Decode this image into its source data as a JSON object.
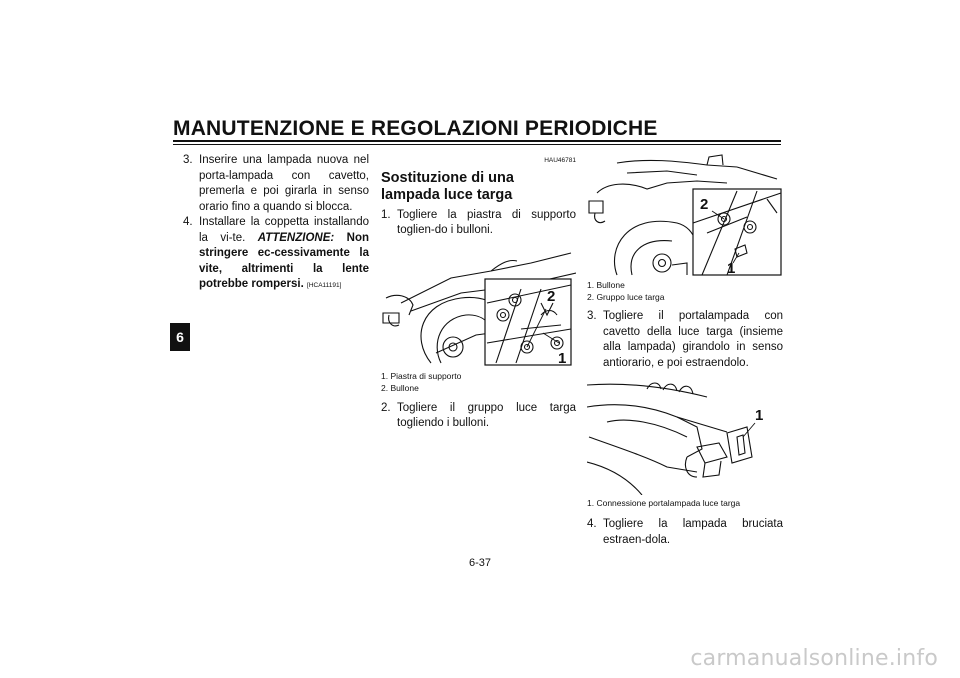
{
  "header": {
    "title": "MANUTENZIONE E REGOLAZIONI PERIODICHE"
  },
  "section_tab": "6",
  "col1": {
    "step3": {
      "num": "3.",
      "text": "Inserire una lampada nuova nel porta-lampada con cavetto, premerla e poi girarla in senso orario fino a quando si blocca."
    },
    "step4": {
      "num": "4.",
      "text_pre": "Installare la coppetta installando la vi-te. ",
      "caution_label": "ATTENZIONE:",
      "caution_text": " Non stringere ec-cessivamente la vite, altrimenti la lente potrebbe rompersi.",
      "code": "[HCA11191]"
    }
  },
  "col2": {
    "code": "HAU46781",
    "section_title": "Sostituzione di una lampada luce targa",
    "step1": {
      "num": "1.",
      "text": "Togliere la piastra di supporto toglien-do i bulloni."
    },
    "fig1": {
      "label_a": "2",
      "label_b": "1"
    },
    "fig1_captions": [
      "1. Piastra di supporto",
      "2. Bullone"
    ],
    "step2": {
      "num": "2.",
      "text": "Togliere il gruppo luce targa togliendo i bulloni."
    }
  },
  "col3": {
    "fig2": {
      "label_a": "2",
      "label_b": "1"
    },
    "fig2_captions": [
      "1. Bullone",
      "2. Gruppo luce targa"
    ],
    "step3": {
      "num": "3.",
      "text": "Togliere il portalampada con cavetto della luce targa (insieme alla lampada) girandolo in senso antiorario, e poi estraendolo."
    },
    "fig3": {
      "label_a": "1"
    },
    "fig3_captions": [
      "1. Connessione portalampada luce targa"
    ],
    "step4": {
      "num": "4.",
      "text": "Togliere la lampada bruciata estraen-dola."
    }
  },
  "page_number": "6-37",
  "watermark": "carmanualsonline.info"
}
